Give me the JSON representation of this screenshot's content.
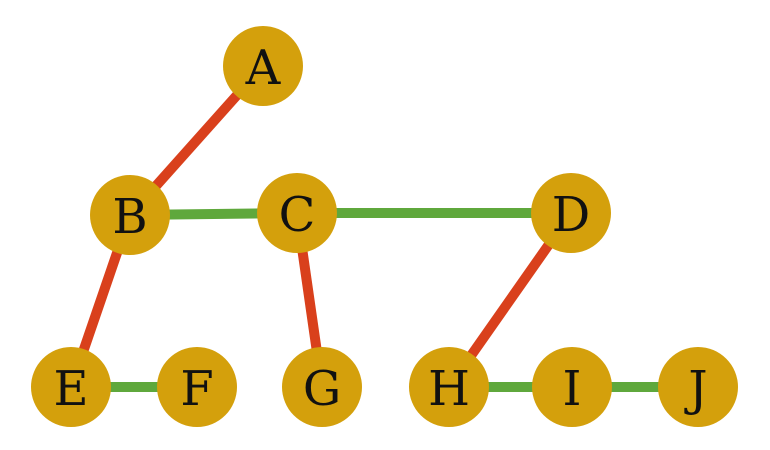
{
  "colors": {
    "node_fill": "#D4A00C",
    "red_edge": "#D9401C",
    "green_edge": "#5FA83C",
    "label": "#111111"
  },
  "nodes": [
    {
      "id": "A",
      "label": "A"
    },
    {
      "id": "B",
      "label": "B"
    },
    {
      "id": "C",
      "label": "C"
    },
    {
      "id": "D",
      "label": "D"
    },
    {
      "id": "E",
      "label": "E"
    },
    {
      "id": "F",
      "label": "F"
    },
    {
      "id": "G",
      "label": "G"
    },
    {
      "id": "H",
      "label": "H"
    },
    {
      "id": "I",
      "label": "I"
    },
    {
      "id": "J",
      "label": "J"
    }
  ],
  "edges": [
    {
      "from": "A",
      "to": "B",
      "color": "red"
    },
    {
      "from": "B",
      "to": "E",
      "color": "red"
    },
    {
      "from": "C",
      "to": "G",
      "color": "red"
    },
    {
      "from": "D",
      "to": "H",
      "color": "red"
    },
    {
      "from": "B",
      "to": "C",
      "color": "green"
    },
    {
      "from": "C",
      "to": "D",
      "color": "green"
    },
    {
      "from": "E",
      "to": "F",
      "color": "green"
    },
    {
      "from": "H",
      "to": "I",
      "color": "green"
    },
    {
      "from": "I",
      "to": "J",
      "color": "green"
    }
  ]
}
